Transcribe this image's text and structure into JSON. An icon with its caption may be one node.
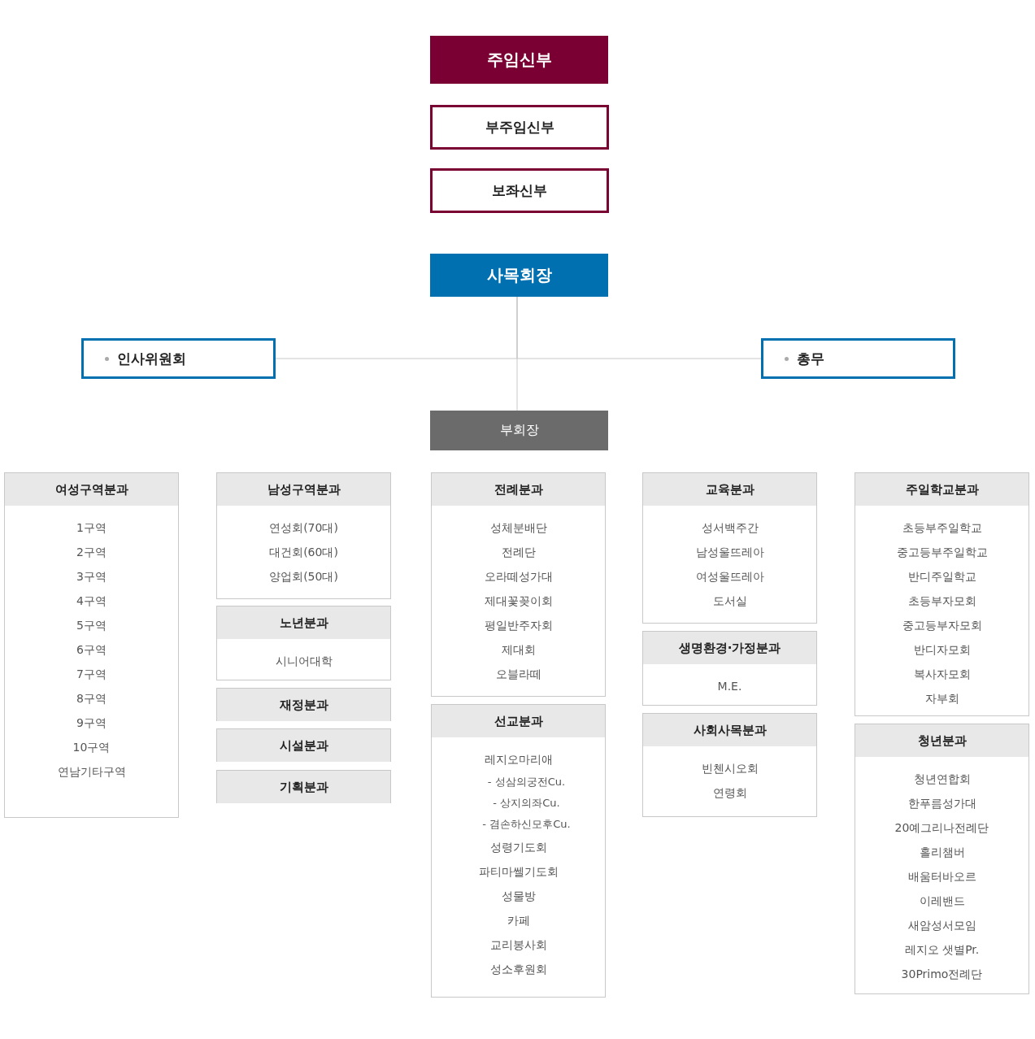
{
  "diagram": {
    "nodes": [
      {
        "text": [
          "주임신부"
        ]
      },
      {
        "text": [
          "부주임신부"
        ]
      },
      {
        "text": [
          "보좌신부"
        ]
      },
      {
        "text": [
          "사목회장"
        ]
      },
      {
        "text": [
          "인사위원회"
        ]
      },
      {
        "text": [
          "총무"
        ]
      },
      {
        "text": [
          "부회장"
        ]
      },
      {
        "text": [
          "여성구역분과",
          "1구역",
          "2구역",
          "3구역",
          "4구역",
          "5구역",
          "6구역",
          "7구역",
          "8구역",
          "9구역",
          "10구역",
          "연남기타구역"
        ]
      },
      {
        "text": [
          "남성구역분과",
          "연성회(70대)",
          "대건회(60대)",
          "양업회(50대)"
        ]
      },
      {
        "text": [
          "노년분과",
          "시니어대학"
        ]
      },
      {
        "text": [
          "재정분과"
        ]
      },
      {
        "text": [
          "시설분과"
        ]
      },
      {
        "text": [
          "기획분과"
        ]
      },
      {
        "text": [
          "전례분과",
          "성체분배단",
          "전례단",
          "오라떼성가대",
          "제대꽃꽂이회",
          "평일반주자회",
          "제대회",
          "오블라떼"
        ]
      },
      {
        "text": [
          "선교분과",
          "레지오마리애",
          "- 성삼의궁전Cu.",
          "- 상지의좌Cu.",
          "- 겸손하신모후Cu.",
          "성령기도회",
          "파티마쎌기도회",
          "성물방",
          "카페",
          "교리봉사회",
          "성소후원회"
        ]
      },
      {
        "text": [
          "교육분과",
          "성서백주간",
          "남성울뜨레아",
          "여성울뜨레아",
          "도서실"
        ]
      },
      {
        "text": [
          "생명환경·가정분과",
          "M.E."
        ]
      },
      {
        "text": [
          "사회사목분과",
          "빈첸시오회",
          "연령회"
        ]
      },
      {
        "text": [
          "주일학교분과",
          "초등부주일학교",
          "중고등부주일학교",
          "반디주일학교",
          "초등부자모회",
          "중고등부자모회",
          "반디자모회",
          "복사자모회",
          "자부회"
        ]
      },
      {
        "text": [
          "청년분과",
          "청년연합회",
          "한푸름성가대",
          "20예그리나전례단",
          "홀리챔버",
          "배움터바오르",
          "이레밴드",
          "새암성서모임",
          "레지오 샛별Pr.",
          "30Primo전례단"
        ]
      }
    ],
    "edges": [
      {
        "from": 3,
        "to": 6,
        "arrow": "none"
      },
      {
        "from": 3,
        "to": 4,
        "arrow": "none"
      },
      {
        "from": 3,
        "to": 5,
        "arrow": "none"
      }
    ]
  }
}
